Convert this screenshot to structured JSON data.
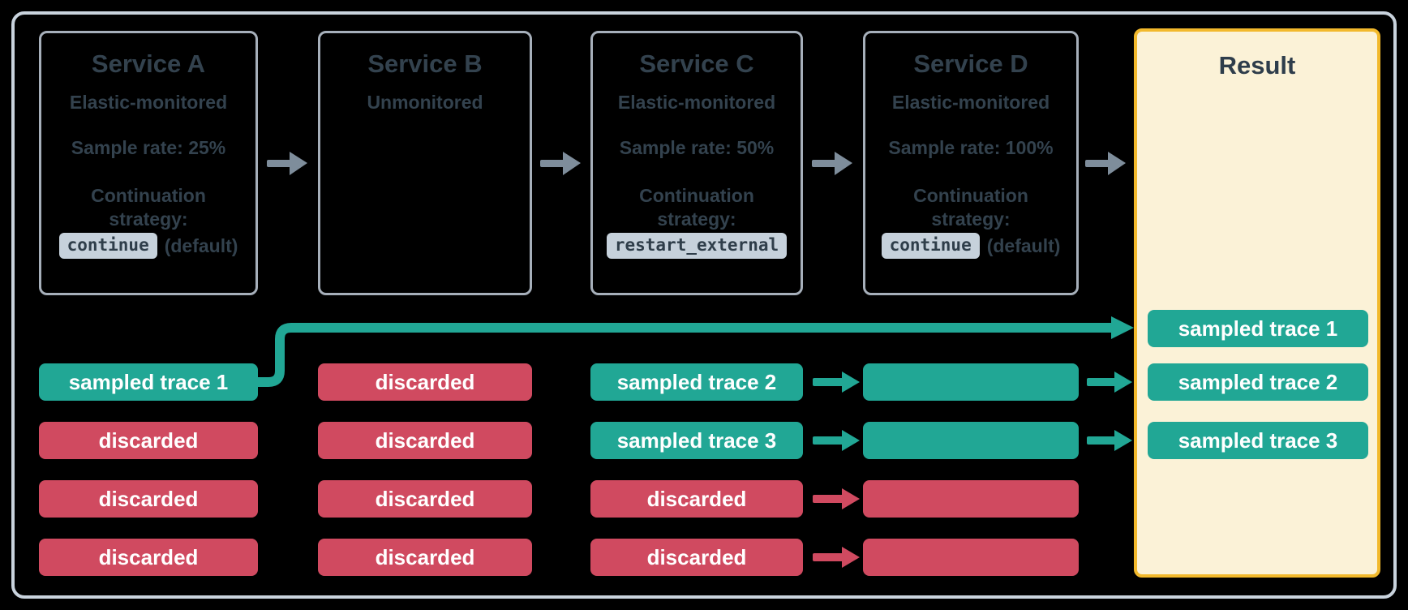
{
  "colors": {
    "background": "#000000",
    "teal": "#21A795",
    "red": "#D04A60",
    "cream": "#FBF2D7",
    "yellow_border": "#F2B92C",
    "frame_border": "#C9D3DD",
    "box_border": "#A6AFBA",
    "arrow_gray": "#7E8D9B",
    "text_dark": "#33424E",
    "chip_bg": "#C6D1DB",
    "pill_text": "#FFFFFF"
  },
  "services": [
    {
      "title": "Service A",
      "monitoring": "Elastic-monitored",
      "sample_rate": "Sample rate: 25%",
      "continuation_line1": "Continuation",
      "continuation_line2": "strategy:",
      "chip": "continue",
      "chip_suffix": "(default)"
    },
    {
      "title": "Service B",
      "monitoring": "Unmonitored"
    },
    {
      "title": "Service C",
      "monitoring": "Elastic-monitored",
      "sample_rate": "Sample rate: 50%",
      "continuation_line1": "Continuation",
      "continuation_line2": "strategy:",
      "chip": "restart_external",
      "chip_suffix": ""
    },
    {
      "title": "Service D",
      "monitoring": "Elastic-monitored",
      "sample_rate": "Sample rate: 100%",
      "continuation_line1": "Continuation",
      "continuation_line2": "strategy:",
      "chip": "continue",
      "chip_suffix": "(default)"
    }
  ],
  "traces": {
    "a": [
      {
        "label": "sampled trace 1",
        "status": "sampled"
      },
      {
        "label": "discarded",
        "status": "discarded"
      },
      {
        "label": "discarded",
        "status": "discarded"
      },
      {
        "label": "discarded",
        "status": "discarded"
      }
    ],
    "b": [
      {
        "label": "discarded",
        "status": "discarded"
      },
      {
        "label": "discarded",
        "status": "discarded"
      },
      {
        "label": "discarded",
        "status": "discarded"
      },
      {
        "label": "discarded",
        "status": "discarded"
      }
    ],
    "c": [
      {
        "label": "sampled trace 2",
        "status": "sampled"
      },
      {
        "label": "sampled trace 3",
        "status": "sampled"
      },
      {
        "label": "discarded",
        "status": "discarded"
      },
      {
        "label": "discarded",
        "status": "discarded"
      }
    ],
    "d": [
      {
        "label": "",
        "status": "sampled"
      },
      {
        "label": "",
        "status": "sampled"
      },
      {
        "label": "",
        "status": "discarded"
      },
      {
        "label": "",
        "status": "discarded"
      }
    ]
  },
  "result": {
    "title": "Result",
    "pills": [
      "sampled trace 1",
      "sampled trace 2",
      "sampled trace 3"
    ]
  }
}
